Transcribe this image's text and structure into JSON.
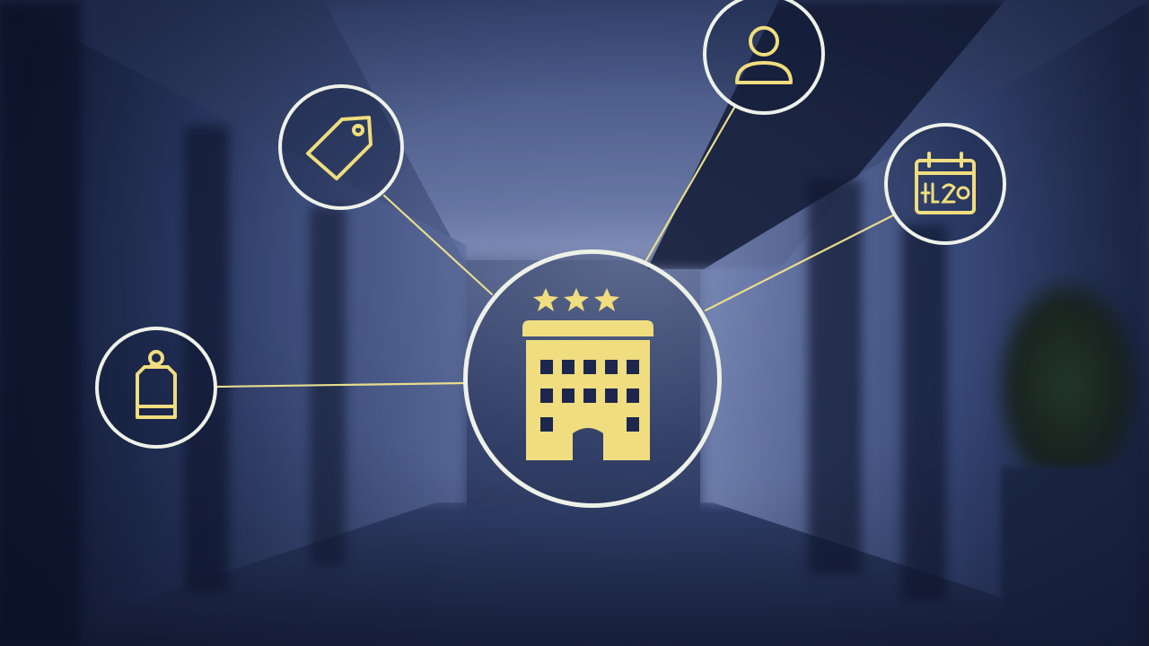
{
  "scene": {
    "description_icons": [
      "hotel-building-icon",
      "price-tag-icon",
      "luggage-tag-icon",
      "user-icon",
      "calendar-icon"
    ]
  },
  "hub": {
    "icon": "hotel-building-icon",
    "stars": 3
  },
  "satellites": [
    {
      "id": "luggage-tag",
      "icon": "luggage-tag-icon"
    },
    {
      "id": "price-tag",
      "icon": "price-tag-icon"
    },
    {
      "id": "user",
      "icon": "user-icon"
    },
    {
      "id": "calendar",
      "icon": "calendar-icon"
    }
  ],
  "colors": {
    "icon_yellow": "#f0dd7a",
    "ring_white": "#eef1e8",
    "line_yellow": "#e9dc8a",
    "background_blue": "#24325a"
  }
}
